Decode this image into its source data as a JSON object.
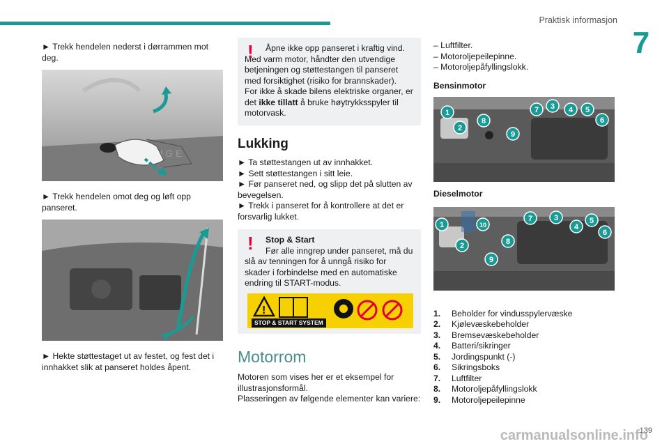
{
  "header": {
    "section_title": "Praktisk informasjon",
    "chapter": "7",
    "page_number": "139"
  },
  "watermark": "carmanualsonline.info",
  "col1": {
    "step1": "► Trekk hendelen nederst i dørrammen mot deg.",
    "step2": "► Trekk hendelen omot deg og løft opp panseret.",
    "step3": "► Hekte støttestaget ut av festet, og fest det i innhakket slik at panseret holdes åpent."
  },
  "warning1": {
    "line1": "Åpne ikke opp panseret i kraftig vind.",
    "line2": "Med varm motor, håndter den utvendige betjeningen og støttestangen til panseret med forsiktighet (risiko for brannskader).",
    "line3": "For ikke å skade bilens elektriske organer, er det",
    "bold": "ikke tillatt",
    "line4": "å bruke høytrykksspyler til motorvask."
  },
  "lukking": {
    "heading": "Lukking",
    "steps": [
      "► Ta støttestangen ut av innhakket.",
      "► Sett støttestangen i sitt leie.",
      "► Før panseret ned, og slipp det på slutten av bevegelsen.",
      "► Trekk i panseret for å kontrollere at det er forsvarlig lukket."
    ]
  },
  "warning2": {
    "title": "Stop & Start",
    "line1": "Før alle inngrep under panseret, må du",
    "text": "slå av tenningen for å unngå risiko for skader i forbindelse med en automatiske endring til START-modus.",
    "label": "STOP & START SYSTEM"
  },
  "motorrom": {
    "heading": "Motorrom",
    "intro": "Motoren som vises her er et eksempel for illustrasjonsformål.",
    "intro2": "Plasseringen av følgende elementer kan variere:",
    "list": [
      "– Luftfilter.",
      "– Motoroljepeilepinne.",
      "– Motoroljepåfyllingslokk."
    ]
  },
  "bensin": {
    "title": "Bensinmotor",
    "callouts": [
      "1",
      "2",
      "8",
      "9",
      "7",
      "3",
      "4",
      "5",
      "6"
    ]
  },
  "diesel": {
    "title": "Dieselmotor",
    "callouts": [
      "1",
      "2",
      "9",
      "10",
      "8",
      "7",
      "3",
      "4",
      "5",
      "6"
    ]
  },
  "legend": [
    {
      "n": "1.",
      "t": "Beholder for vindusspylervæske"
    },
    {
      "n": "2.",
      "t": "Kjølevæskebeholder"
    },
    {
      "n": "3.",
      "t": "Bremsevæskebeholder"
    },
    {
      "n": "4.",
      "t": "Batteri/sikringer"
    },
    {
      "n": "5.",
      "t": "Jordingspunkt (-)"
    },
    {
      "n": "6.",
      "t": "Sikringsboks"
    },
    {
      "n": "7.",
      "t": "Luftfilter"
    },
    {
      "n": "8.",
      "t": "Motoroljepåfyllingslokk"
    },
    {
      "n": "9.",
      "t": "Motoroljepeilepinne"
    }
  ],
  "colors": {
    "accent": "#1a9a95",
    "warning": "#e2003a",
    "warning_bg": "#eef0f2",
    "heading_muted": "#4a8c8a"
  }
}
